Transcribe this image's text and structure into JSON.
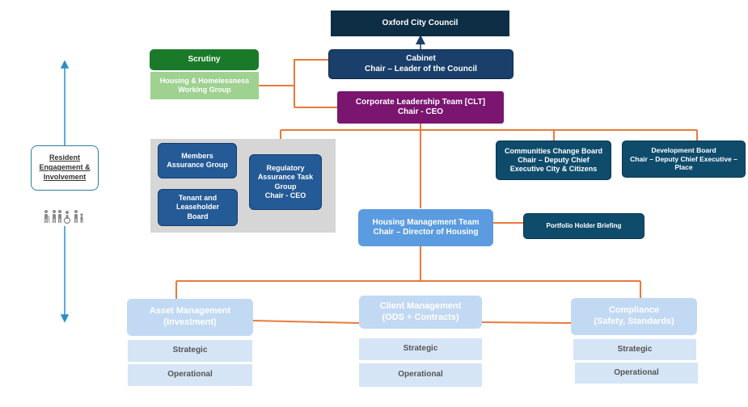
{
  "diagram": {
    "council": {
      "line1": "Oxford City Council"
    },
    "cabinet": {
      "line1": "Cabinet",
      "line2": "Chair – Leader of the Council"
    },
    "scrutiny": {
      "line1": "Scrutiny"
    },
    "housing_working_group": {
      "line1": "Housing & Homelessness",
      "line2": "Working Group"
    },
    "clt": {
      "line1": "Corporate Leadership Team [CLT]",
      "line2": "Chair - CEO"
    },
    "members_assurance": {
      "line1": "Members",
      "line2": "Assurance Group"
    },
    "tenant_board": {
      "line1": "Tenant and",
      "line2": "Leaseholder",
      "line3": "Board"
    },
    "regulatory_group": {
      "line1": "Regulatory",
      "line2": "Assurance Task",
      "line3": "Group",
      "line4": "Chair - CEO"
    },
    "communities_board": {
      "line1": "Communities Change Board",
      "line2": "Chair – Deputy Chief",
      "line3": "Executive City & Citizens"
    },
    "development_board": {
      "line1": "Development Board",
      "line2": "Chair – Deputy Chief Executive –",
      "line3": "Place"
    },
    "housing_mgmt": {
      "line1": "Housing Management Team",
      "line2": "Chair – Director of Housing"
    },
    "portfolio_briefing": {
      "line1": "Portfolio Holder Briefing"
    },
    "asset_mgmt": {
      "line1": "Asset Management",
      "line2": "(Investment)"
    },
    "client_mgmt": {
      "line1": "Client Management",
      "line2": "(ODS + Contracts)"
    },
    "compliance": {
      "line1": "Compliance",
      "line2": "(Safety, Standards)"
    },
    "strategic_label": "Strategic",
    "operational_label": "Operational",
    "resident": {
      "line1": "Resident",
      "line2": "Engagement &",
      "line3": "Involvement"
    }
  },
  "colors": {
    "connector_orange": "#e87a3c",
    "arrow_blue": "#2a8fc8"
  },
  "icons": {
    "people": "people-group-icon",
    "arrow_up": "arrow-up-icon",
    "arrow_down": "arrow-down-icon"
  }
}
